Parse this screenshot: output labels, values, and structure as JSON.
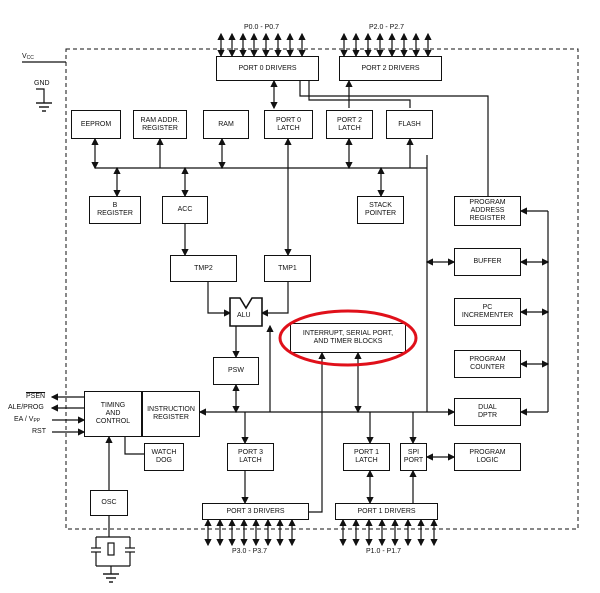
{
  "pins": {
    "vcc_main": "V",
    "vcc_sub": "CC",
    "gnd": "GND",
    "psen": "PSEN",
    "ale_prog": "ALE/PROG",
    "ea_vpp_main": "EA / V",
    "ea_vpp_sub": "PP",
    "rst": "RST"
  },
  "ports": {
    "p0": "P0.0 - P0.7",
    "p2": "P2.0 - P2.7",
    "p3": "P3.0 - P3.7",
    "p1": "P1.0 - P1.7"
  },
  "blocks": {
    "port0_drivers": "PORT 0 DRIVERS",
    "port2_drivers": "PORT 2 DRIVERS",
    "eeprom": "EEPROM",
    "ram_addr_register": "RAM ADDR.\nREGISTER",
    "ram": "RAM",
    "port0_latch": "PORT 0\nLATCH",
    "port2_latch": "PORT 2\nLATCH",
    "flash": "FLASH",
    "b_register": "B\nREGISTER",
    "acc": "ACC",
    "stack_pointer": "STACK\nPOINTER",
    "program_address_register": "PROGRAM\nADDRESS\nREGISTER",
    "tmp2": "TMP2",
    "tmp1": "TMP1",
    "buffer": "BUFFER",
    "alu": "ALU",
    "interrupt_serial_timer": "INTERRUPT, SERIAL PORT,\nAND TIMER BLOCKS",
    "pc_incrementer": "PC\nINCREMENTER",
    "psw": "PSW",
    "program_counter": "PROGRAM\nCOUNTER",
    "timing_and_control": "TIMING\nAND\nCONTROL",
    "instruction_register": "INSTRUCTION\nREGISTER",
    "dual_dptr": "DUAL\nDPTR",
    "watch_dog": "WATCH\nDOG",
    "port3_latch": "PORT 3\nLATCH",
    "port1_latch": "PORT 1\nLATCH",
    "spi_port": "SPI\nPORT",
    "program_logic": "PROGRAM\nLOGIC",
    "osc": "OSC",
    "port3_drivers": "PORT 3  DRIVERS",
    "port1_drivers": "PORT 1  DRIVERS"
  },
  "highlight_color": "#e0101a"
}
